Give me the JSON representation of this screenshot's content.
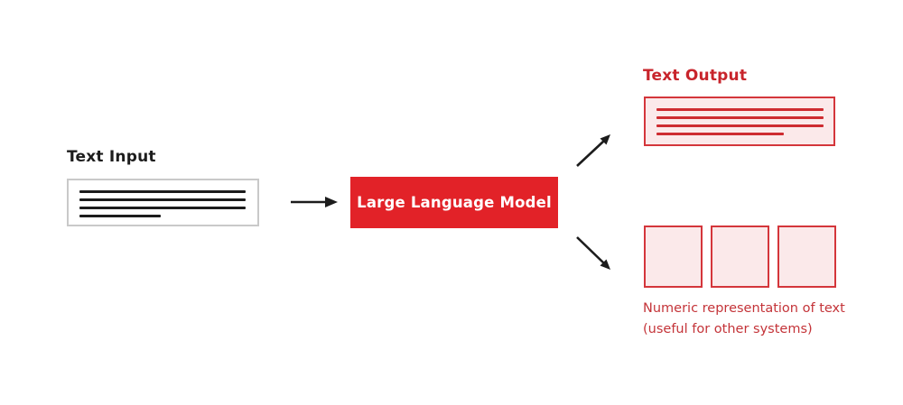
{
  "diagram": {
    "input": {
      "label": "Text Input"
    },
    "model": {
      "label": "Large Language Model"
    },
    "outputs": {
      "text": {
        "label": "Text Output"
      },
      "numeric": {
        "caption_line1": "Numeric representation of text",
        "caption_line2": "(useful for other systems)",
        "square_count": 3
      }
    },
    "icons": [
      "arrow-right-icon",
      "arrow-up-right-icon",
      "arrow-down-right-icon"
    ]
  },
  "colors": {
    "model_fill_red": "#e22228",
    "heading_red": "#c8242b",
    "box_border_red": "#d4363b",
    "text_line_red": "#ce2b30",
    "pink_fill": "#fbe9ea",
    "caption_red": "#c43439",
    "text_black": "#1d1d1d",
    "input_border_gray": "#c9c9c9",
    "arrow_black": "#1c1c1c",
    "background": "#ffffff"
  }
}
